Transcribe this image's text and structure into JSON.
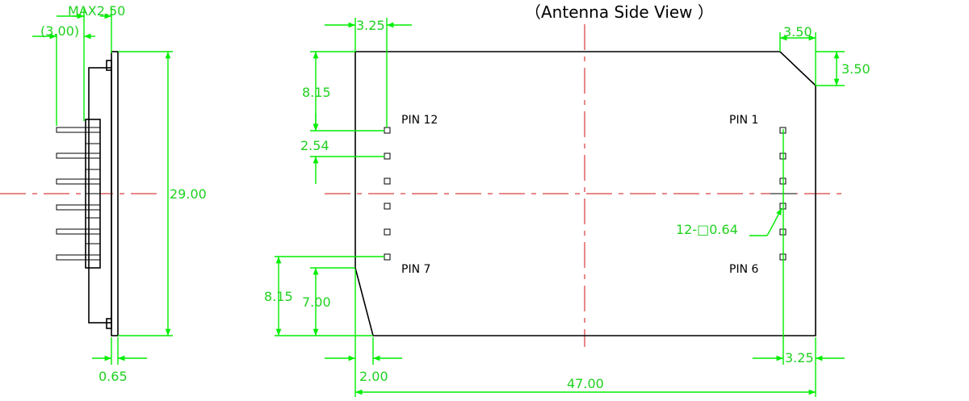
{
  "title": "（Antenna Side View ）",
  "side_view": {
    "dim_max_thickness": "MAX2.50",
    "dim_pin_length": "(3.00)",
    "dim_height": "29.00",
    "dim_board": "0.65"
  },
  "top_view": {
    "dim_first_pin_x": "3.25",
    "dim_first_pin_y": "8.15",
    "dim_pitch": "2.54",
    "dim_bottom_offset": "8.15",
    "dim_bevel_height": "7.00",
    "dim_bevel_width": "2.00",
    "dim_total_width": "47.00",
    "dim_chamfer_x": "3.50",
    "dim_chamfer_y": "3.50",
    "dim_right_pin_x": "3.25",
    "pad_callout": "12-□0.64",
    "pin_labels": {
      "pin12": "PIN 12",
      "pin1": "PIN 1",
      "pin7": "PIN 7",
      "pin6": "PIN 6"
    }
  }
}
